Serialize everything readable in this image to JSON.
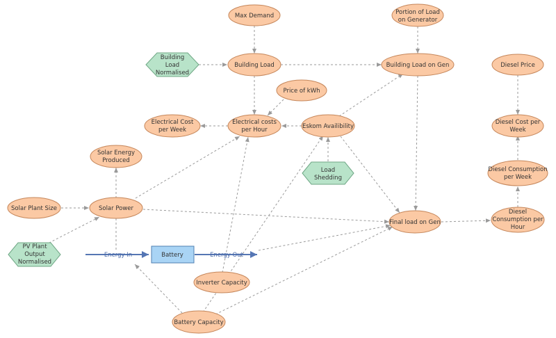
{
  "nodes": {
    "max_demand": "Max Demand",
    "portion_load_gen_1": "Portion of Load",
    "portion_load_gen_2": "on Generator",
    "building_load_norm_1": "Building",
    "building_load_norm_2": "Load",
    "building_load_norm_3": "Normalised",
    "building_load": "Building Load",
    "building_load_on_gen": "Building Load on Gen",
    "diesel_price": "Diesel Price",
    "price_kwh": "Price of kWh",
    "elec_cost_week_1": "Electrical Cost",
    "elec_cost_week_2": "per Week",
    "elec_cost_hour_1": "Electrical costs",
    "elec_cost_hour_2": "per Hour",
    "eskom": "Eskom Availibility",
    "diesel_cost_week_1": "Diesel Cost per",
    "diesel_cost_week_2": "Week",
    "solar_energy_1": "Solar Energy",
    "solar_energy_2": "Produced",
    "load_shedding_1": "Load",
    "load_shedding_2": "Shedding",
    "diesel_cons_week_1": "Diesel Consumption",
    "diesel_cons_week_2": "per Week",
    "solar_plant_size": "Solar Plant Size",
    "solar_power": "Solar Power",
    "final_load_gen": "Final load on Gen",
    "diesel_cons_hour_1": "Diesel",
    "diesel_cons_hour_2": "Consumption per",
    "diesel_cons_hour_3": "Hour",
    "pv_output_1": "PV Plant",
    "pv_output_2": "Output",
    "pv_output_3": "Normalised",
    "battery": "Battery",
    "inverter_capacity": "Inverter Capacity",
    "battery_capacity": "Battery Capacity"
  },
  "flows": {
    "energy_in": "Energy In",
    "energy_out": "Energy Out"
  },
  "colors": {
    "ellipse_fill": "#fbc9a4",
    "hexagon_fill": "#b8e3c9",
    "stock_fill": "#a9d4f5",
    "flow_color": "#5576b4",
    "link_color": "#9a9a9a"
  }
}
